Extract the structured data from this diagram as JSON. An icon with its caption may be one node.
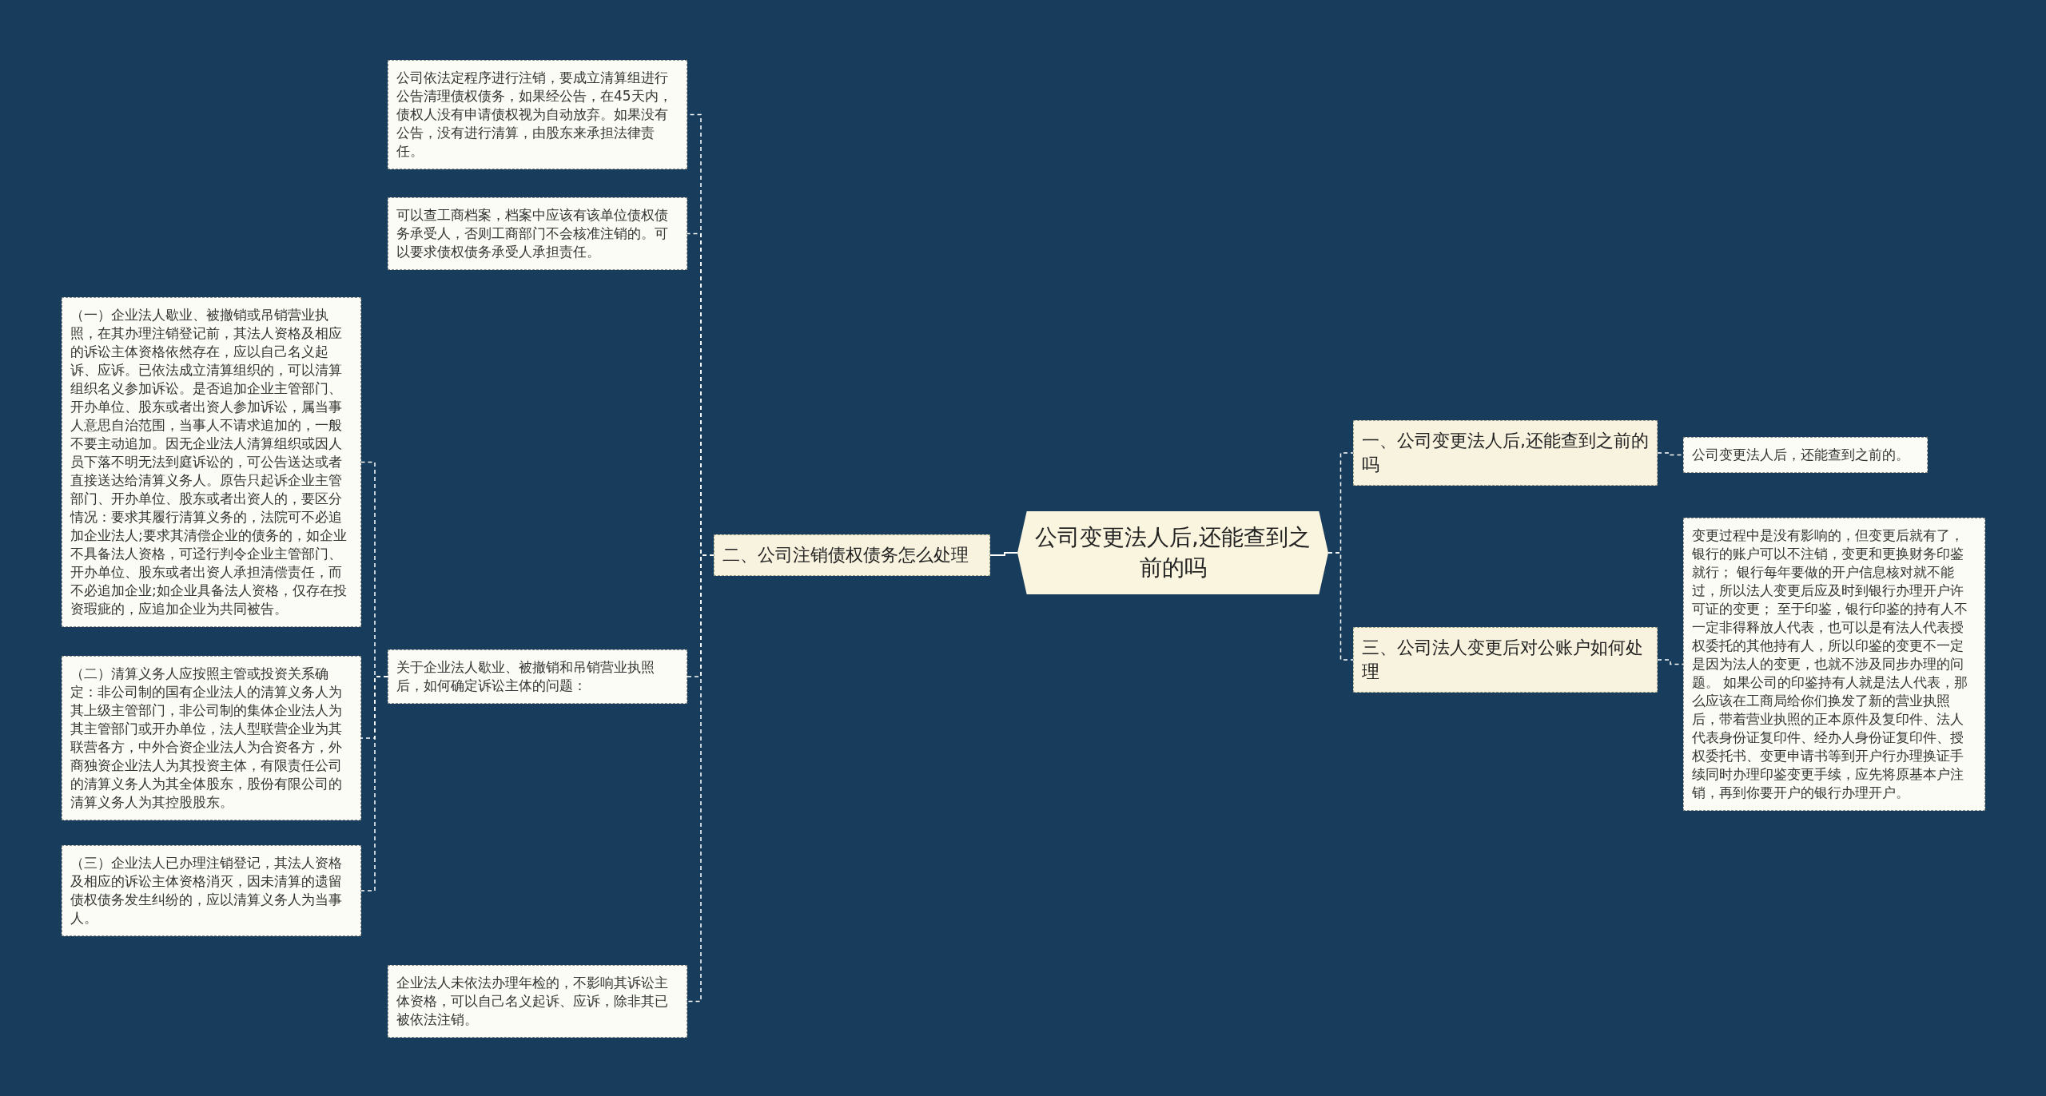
{
  "diagram": {
    "nodes": [
      {
        "text": [
          "公司变更法人后,还能查到之前的吗"
        ]
      },
      {
        "text": [
          "一、公司变更法人后,还能查到之前的吗"
        ]
      },
      {
        "text": [
          "公司变更法人后，还能查到之前的。"
        ]
      },
      {
        "text": [
          "三、公司法人变更后对公账户如何处理"
        ]
      },
      {
        "text": [
          "变更过程中是没有影响的，但变更后就有了，银行的账户可以不注销，变更和更换财务印鉴就行； 银行每年要做的开户信息核对就不能过，所以法人变更后应及时到银行办理开户许可证的变更； 至于印鉴，银行印鉴的持有人不一定非得释放人代表，也可以是有法人代表授权委托的其他持有人，所以印鉴的变更不一定是因为法人的变更，也就不涉及同步办理的问题。 如果公司的印鉴持有人就是法人代表，那么应该在工商局给你们换发了新的营业执照后，带着营业执照的正本原件及复印件、法人代表身份证复印件、经办人身份证复印件、授权委托书、变更申请书等到开户行办理换证手续同时办理印鉴变更手续，应先将原基本户注销，再到你要开户的银行办理开户。"
        ]
      },
      {
        "text": [
          "二、公司注销债权债务怎么处理"
        ]
      },
      {
        "text": [
          "公司依法定程序进行注销，要成立清算组进行公告清理债权债务，如果经公告，在45天内，债权人没有申请债权视为自动放弃。如果没有公告，没有进行清算，由股东来承担法律责任。"
        ]
      },
      {
        "text": [
          "可以查工商档案，档案中应该有该单位债权债务承受人，否则工商部门不会核准注销的。可以要求债权债务承受人承担责任。"
        ]
      },
      {
        "text": [
          "关于企业法人歇业、被撤销和吊销营业执照后，如何确定诉讼主体的问题："
        ]
      },
      {
        "text": [
          "（一）企业法人歇业、被撤销或吊销营业执照，在其办理注销登记前，其法人资格及相应的诉讼主体资格依然存在，应以自己名义起诉、应诉。已依法成立清算组织的，可以清算组织名义参加诉讼。是否追加企业主管部门、开办单位、股东或者出资人参加诉讼，属当事人意思自治范围，当事人不请求追加的，一般不要主动追加。因无企业法人清算组织或因人员下落不明无法到庭诉讼的，可公告送达或者直接送达给清算义务人。原告只起诉企业主管部门、开办单位、股东或者出资人的，要区分情况：要求其履行清算义务的，法院可不必追加企业法人;要求其清偿企业的债务的，如企业不具备法人资格，可迳行判令企业主管部门、开办单位、股东或者出资人承担清偿责任，而不必追加企业;如企业具备法人资格，仅存在投资瑕疵的，应追加企业为共同被告。"
        ]
      },
      {
        "text": [
          "（二）清算义务人应按照主管或投资关系确定：非公司制的国有企业法人的清算义务人为其上级主管部门，非公司制的集体企业法人为其主管部门或开办单位，法人型联营企业为其联营各方，中外合资企业法人为合资各方，外商独资企业法人为其投资主体，有限责任公司的清算义务人为其全体股东，股份有限公司的清算义务人为其控股股东。"
        ]
      },
      {
        "text": [
          "（三）企业法人已办理注销登记，其法人资格及相应的诉讼主体资格消灭，因未清算的遗留债权债务发生纠纷的，应以清算义务人为当事人。"
        ]
      },
      {
        "text": [
          "企业法人未依法办理年检的，不影响其诉讼主体资格，可以自己名义起诉、应诉，除非其已被依法注销。"
        ]
      }
    ],
    "edges": [
      {
        "from": 0,
        "to": 1,
        "arrow": "none",
        "style": "dashed"
      },
      {
        "from": 1,
        "to": 2,
        "arrow": "none",
        "style": "dashed"
      },
      {
        "from": 0,
        "to": 3,
        "arrow": "none",
        "style": "dashed"
      },
      {
        "from": 3,
        "to": 4,
        "arrow": "none",
        "style": "dashed"
      },
      {
        "from": 0,
        "to": 5,
        "arrow": "none"
      },
      {
        "from": 5,
        "to": 6,
        "arrow": "none",
        "style": "dashed"
      },
      {
        "from": 5,
        "to": 7,
        "arrow": "none",
        "style": "dashed"
      },
      {
        "from": 5,
        "to": 8,
        "arrow": "none",
        "style": "dashed"
      },
      {
        "from": 5,
        "to": 12,
        "arrow": "none",
        "style": "dashed"
      },
      {
        "from": 8,
        "to": 9,
        "arrow": "none",
        "style": "dashed"
      },
      {
        "from": 8,
        "to": 10,
        "arrow": "none",
        "style": "dashed"
      },
      {
        "from": 8,
        "to": 11,
        "arrow": "none",
        "style": "dashed"
      }
    ]
  }
}
